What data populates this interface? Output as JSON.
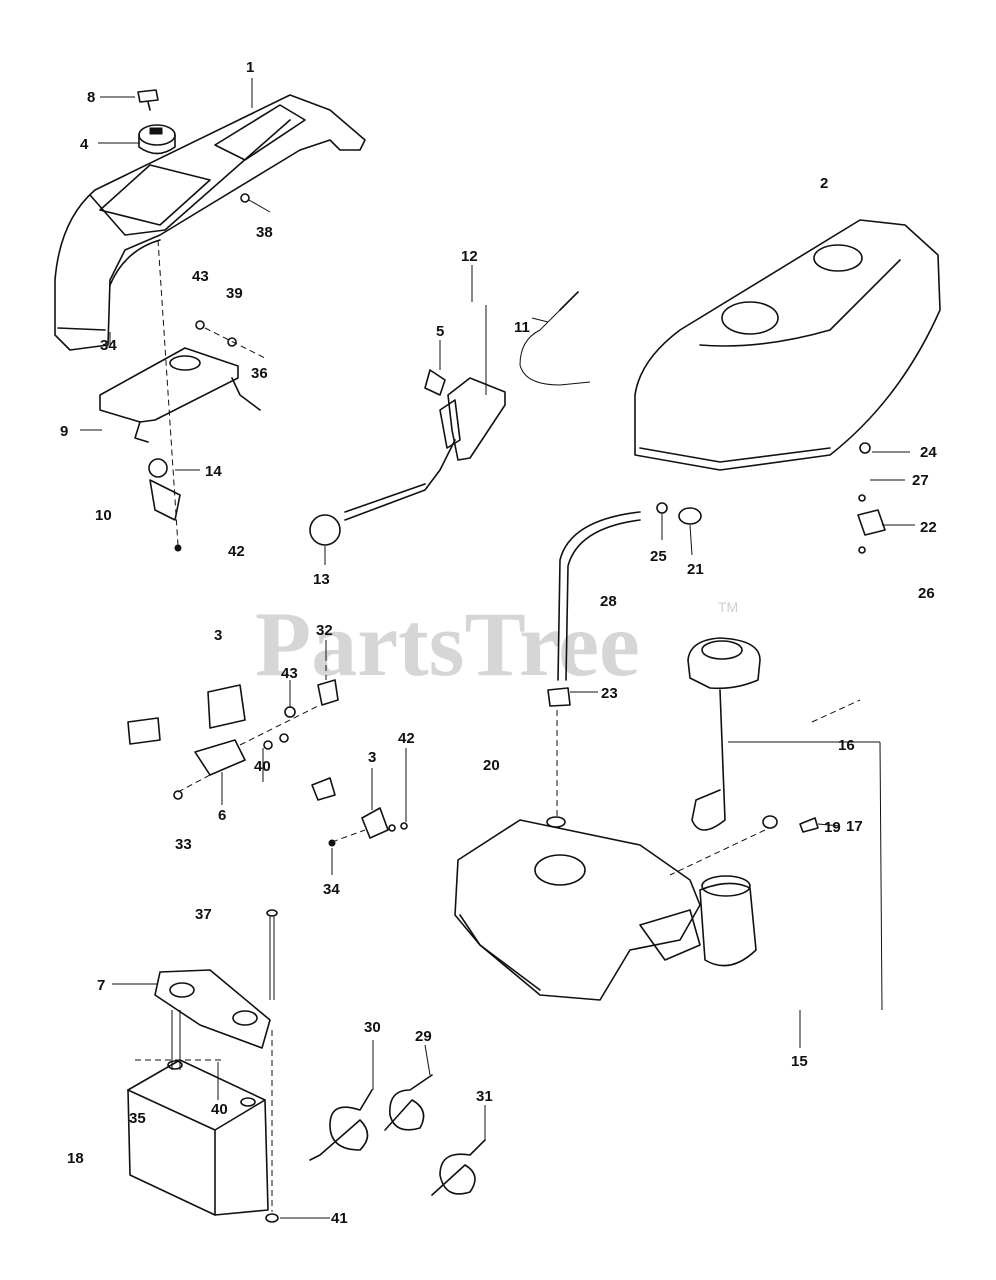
{
  "watermark": {
    "text": "PartsTree",
    "mark": "TM"
  },
  "callouts": {
    "c1": "1",
    "c2": "2",
    "c3a": "3",
    "c3b": "3",
    "c4": "4",
    "c5": "5",
    "c6": "6",
    "c7": "7",
    "c8": "8",
    "c9": "9",
    "c10": "10",
    "c11": "11",
    "c12": "12",
    "c13": "13",
    "c14": "14",
    "c15": "15",
    "c16": "16",
    "c17": "17",
    "c18": "18",
    "c19": "19",
    "c20": "20",
    "c21": "21",
    "c22": "22",
    "c23": "23",
    "c24": "24",
    "c25": "25",
    "c26": "26",
    "c27": "27",
    "c28": "28",
    "c29": "29",
    "c30": "30",
    "c31": "31",
    "c32": "32",
    "c33": "33",
    "c34a": "34",
    "c34b": "34",
    "c35": "35",
    "c36": "36",
    "c37": "37",
    "c38": "38",
    "c39": "39",
    "c40a": "40",
    "c40b": "40",
    "c41": "41",
    "c42a": "42",
    "c42b": "42",
    "c43a": "43",
    "c43b": "43"
  }
}
